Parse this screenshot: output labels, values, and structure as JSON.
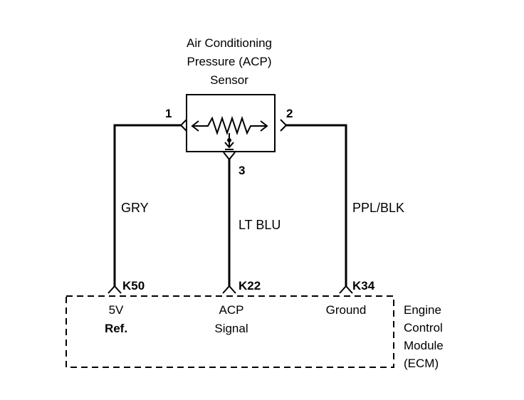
{
  "sensor": {
    "title_lines": [
      "Air Conditioning",
      "Pressure (ACP)",
      "Sensor"
    ],
    "pins": {
      "pin1": "1",
      "pin2": "2",
      "pin3": "3"
    }
  },
  "wires": {
    "left": "GRY",
    "center": "LT BLU",
    "right": "PPL/BLK"
  },
  "ecm": {
    "terminals": {
      "left": "K50",
      "center": "K22",
      "right": "K34"
    },
    "labels": {
      "left": [
        "5V",
        "Ref."
      ],
      "center": [
        "ACP",
        "Signal"
      ],
      "right": [
        "Ground"
      ]
    },
    "name_lines": [
      "Engine",
      "Control",
      "Module",
      "(ECM)"
    ]
  },
  "colors": {
    "line": "#000000",
    "background": "#ffffff"
  }
}
